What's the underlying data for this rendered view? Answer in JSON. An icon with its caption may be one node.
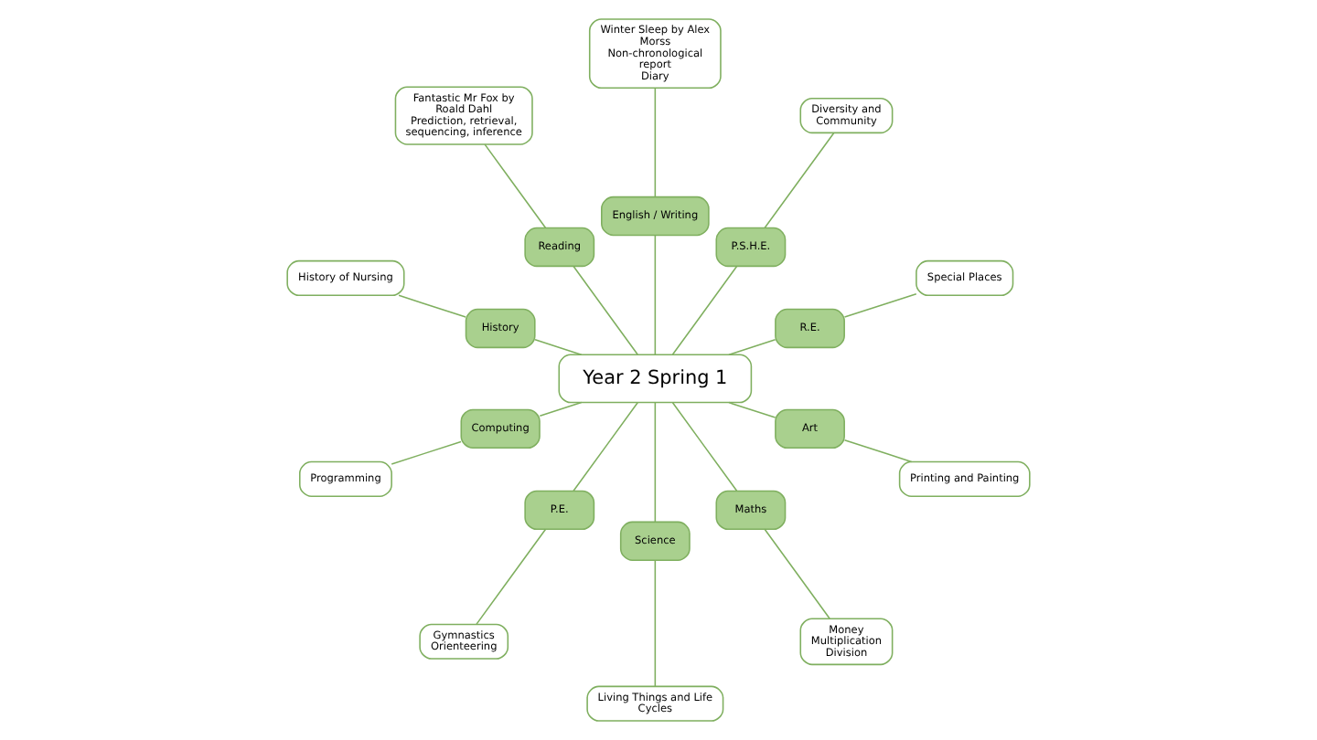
{
  "diagram": {
    "nodes": [
      {
        "text": [
          "Special Places"
        ]
      },
      {
        "text": [
          "Diversity and Community"
        ]
      },
      {
        "text": [
          "Winter Sleep by Alex Morss",
          "Non-chronological report",
          "Diary"
        ]
      },
      {
        "text": [
          "Fantastic Mr Fox by Roald Dahl",
          "Prediction, retrieval, sequencing, inference"
        ]
      },
      {
        "text": [
          "R.E."
        ]
      },
      {
        "text": [
          "P.S.H.E."
        ]
      },
      {
        "text": [
          "English / Writing"
        ]
      },
      {
        "text": [
          "Reading"
        ]
      },
      {
        "text": [
          "Programming"
        ]
      },
      {
        "text": [
          "History of Nursing"
        ]
      },
      {
        "text": [
          "History"
        ]
      },
      {
        "text": [
          "Year 2 Spring 1"
        ]
      },
      {
        "text": [
          "Computing"
        ]
      },
      {
        "text": [
          "P.E."
        ]
      },
      {
        "text": [
          "Science"
        ]
      },
      {
        "text": [
          "Maths"
        ]
      },
      {
        "text": [
          "Art"
        ]
      },
      {
        "text": [
          "Living Things and Life Cycles"
        ]
      },
      {
        "text": [
          "Gymnastics",
          "Orienteering"
        ]
      },
      {
        "text": [
          "Money",
          "Multiplication",
          "Division"
        ]
      },
      {
        "text": [
          "Printing and Painting"
        ]
      }
    ],
    "edges": [
      {
        "from": 11,
        "to": 4,
        "arrow": "none"
      },
      {
        "from": 11,
        "to": 5,
        "arrow": "none"
      },
      {
        "from": 11,
        "to": 6,
        "arrow": "none"
      },
      {
        "from": 11,
        "to": 7,
        "arrow": "none"
      },
      {
        "from": 11,
        "to": 12,
        "arrow": "none"
      },
      {
        "from": 11,
        "to": 13,
        "arrow": "none"
      },
      {
        "from": 11,
        "to": 16,
        "arrow": "none"
      },
      {
        "from": 11,
        "to": 15,
        "arrow": "none"
      },
      {
        "from": 11,
        "to": 14,
        "arrow": "none"
      },
      {
        "from": 11,
        "to": 10,
        "arrow": "none"
      },
      {
        "from": 4,
        "to": 0,
        "arrow": "none"
      },
      {
        "from": 5,
        "to": 1,
        "arrow": "none"
      },
      {
        "from": 6,
        "to": 2,
        "arrow": "none"
      },
      {
        "from": 7,
        "to": 3,
        "arrow": "none"
      },
      {
        "from": 12,
        "to": 8,
        "arrow": "none"
      },
      {
        "from": 13,
        "to": 18,
        "arrow": "none"
      },
      {
        "from": 16,
        "to": 20,
        "arrow": "none"
      },
      {
        "from": 15,
        "to": 19,
        "arrow": "none"
      },
      {
        "from": 14,
        "to": 17,
        "arrow": "none"
      },
      {
        "from": 10,
        "to": 9,
        "arrow": "none"
      }
    ]
  }
}
